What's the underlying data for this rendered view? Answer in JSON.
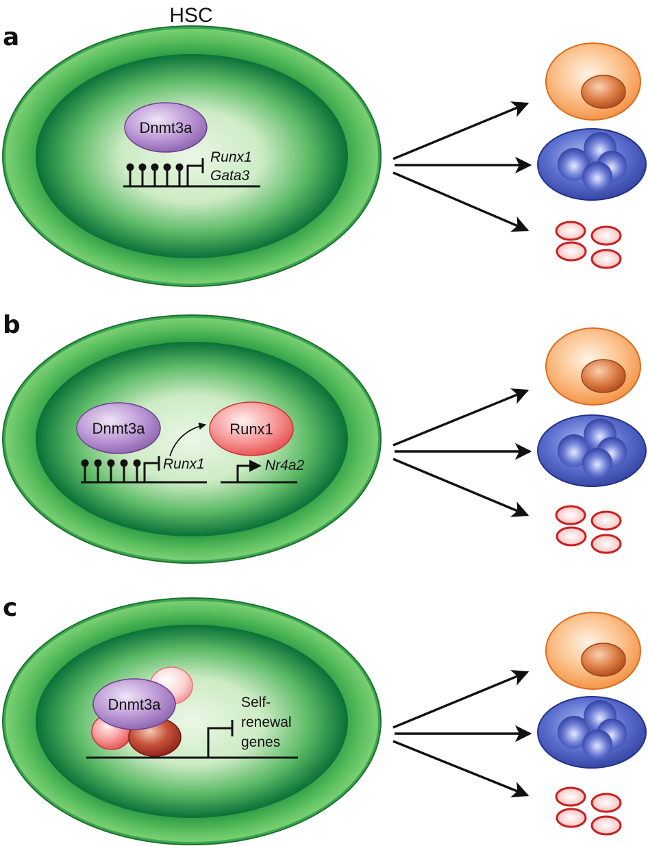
{
  "title": "HSC",
  "panels": [
    {
      "letter": "a",
      "protein": "Dnmt3a",
      "genes": [
        "Runx1",
        "Gata3"
      ]
    },
    {
      "letter": "b",
      "protein": "Dnmt3a",
      "silenced_gene": "Runx1",
      "tf": "Runx1",
      "target_gene": "Nr4a2"
    },
    {
      "letter": "c",
      "protein": "Dnmt3a",
      "target_label_lines": [
        "Self-",
        "renewal",
        "genes"
      ]
    }
  ],
  "colors": {
    "hsc_outer": "#4fb34f",
    "hsc_inner": "#0d7a3a",
    "hsc_core": "#e9f6e4",
    "dnmt3a": "#a57bc2",
    "runx1": "#f06a6a",
    "orange_cell": "#f59a4f",
    "blue_cell": "#3c4fb0",
    "red_cell": "#d42a2a"
  }
}
